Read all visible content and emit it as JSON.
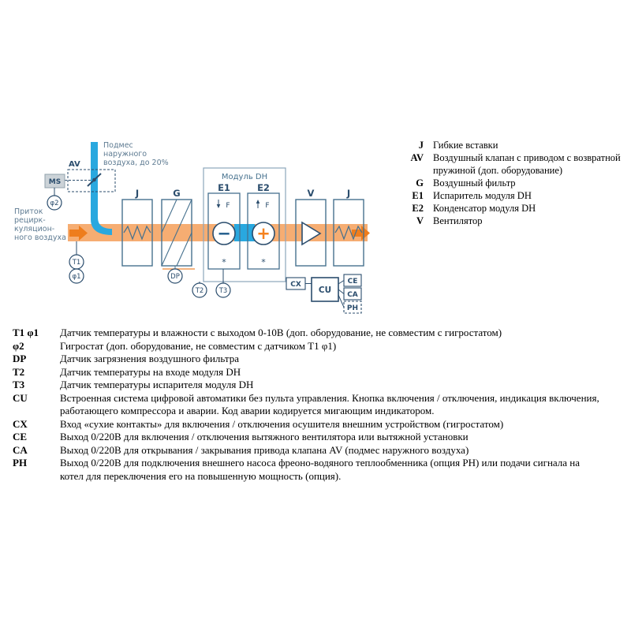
{
  "diagram": {
    "top_duct": {
      "line1": "Подмес",
      "line2": "наружного",
      "line3": "воздуха, до 20%"
    },
    "intake": {
      "line1": "Приток",
      "line2": "рецирк-",
      "line3": "куляцион-",
      "line4": "ного воздуха"
    },
    "labels": {
      "av": "AV",
      "ms": "MS",
      "phi2": "φ2",
      "t1": "T1",
      "phi1": "φ1",
      "j1": "J",
      "g": "G",
      "e1": "E1",
      "e2": "E2",
      "v": "V",
      "j2": "J",
      "module_dh": "Модуль DH",
      "f1": "F",
      "f2": "F",
      "minus": "−",
      "plus": "+",
      "star": "*",
      "dp": "DP",
      "t2": "T2",
      "t3": "T3",
      "cx": "CX",
      "cu": "CU",
      "ce": "CE",
      "ca": "CA",
      "ph": "PH"
    },
    "colors": {
      "band": "#f6ad72",
      "band_arrow": "#ee7d1d",
      "duct_blue": "#29a8df",
      "outline": "#46718e",
      "navy": "#2b4d6d",
      "muted_text": "#5e7b92",
      "plus_orange": "#f5821f"
    }
  },
  "component_legend": {
    "items": [
      {
        "term": "J",
        "desc": "Гибкие вставки"
      },
      {
        "term": "AV",
        "desc": "Воздушный клапан с приводом с возвратной пружиной (доп. оборудование)"
      },
      {
        "term": "G",
        "desc": "Воздушный фильтр"
      },
      {
        "term": "E1",
        "desc": "Испаритель модуля DH"
      },
      {
        "term": "E2",
        "desc": "Конденсатор модуля DH"
      },
      {
        "term": "V",
        "desc": "Вентилятор"
      }
    ]
  },
  "sensor_legend": {
    "items": [
      {
        "term": "T1 φ1",
        "desc": "Датчик температуры и влажности с выходом 0-10В (доп. оборудование, не совместим с гигростатом)"
      },
      {
        "term": "φ2",
        "desc": "Гигростат (доп. оборудование, не совместим с датчиком T1 φ1)"
      },
      {
        "term": "DP",
        "desc": "Датчик загрязнения воздушного фильтра"
      },
      {
        "term": "T2",
        "desc": "Датчик температуры на входе модуля DH"
      },
      {
        "term": "T3",
        "desc": "Датчик температуры испарителя модуля DH"
      },
      {
        "term": "CU",
        "desc": "Встроенная система цифровой автоматики без пульта управления. Кнопка включения / отключения, индикация включения, работающего компрессора и аварии. Код аварии кодируется мигающим индикатором."
      },
      {
        "term": "CX",
        "desc": "Вход «сухие контакты» для включения / отключения осушителя внешним устройством (гигростатом)"
      },
      {
        "term": "CE",
        "desc": "Выход 0/220В для включения / отключения вытяжного вентилятора или вытяжной установки"
      },
      {
        "term": "CA",
        "desc": "Выход 0/220В для открывания / закрывания привода клапана AV (подмес наружного воздуха)"
      },
      {
        "term": "PH",
        "desc": "Выход 0/220В для подключения внешнего насоса фреоно-водяного теплообменника (опция PH) или подачи сигнала на котел для переключения его на повышенную мощность (опция)."
      }
    ]
  }
}
